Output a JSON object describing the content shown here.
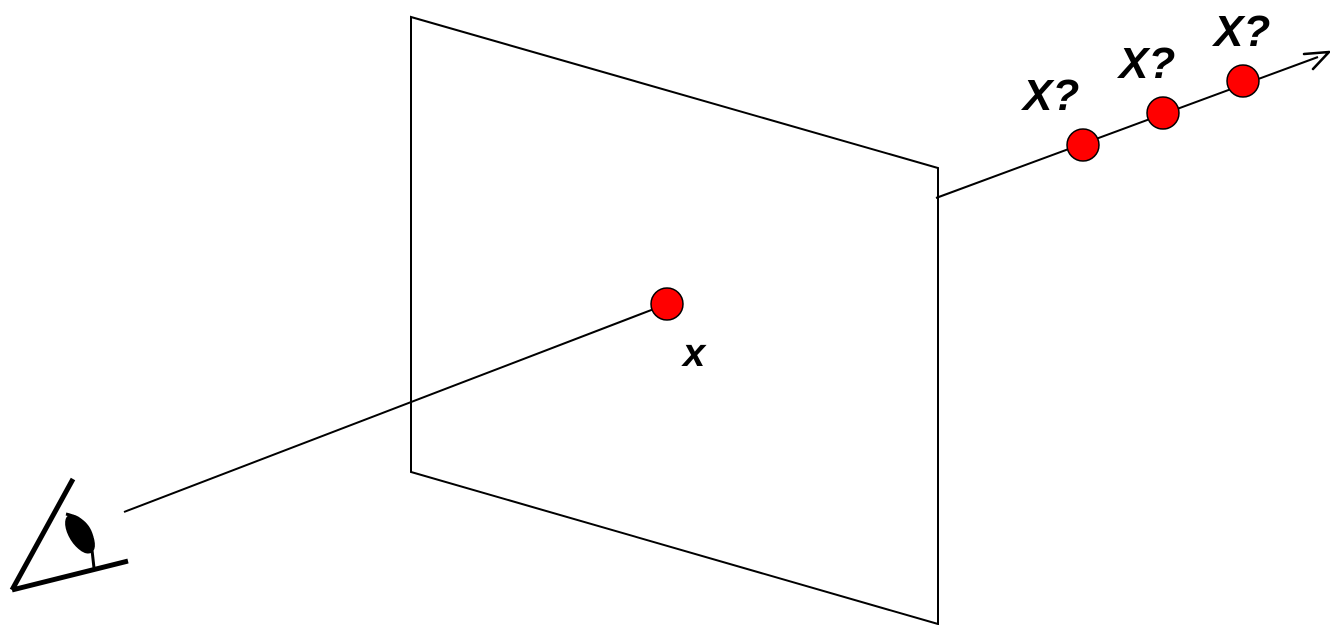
{
  "image_point": {
    "label": "x",
    "color": "#ff0000"
  },
  "candidate_points": [
    {
      "label": "X?",
      "color": "#ff0000"
    },
    {
      "label": "X?",
      "color": "#ff0000"
    },
    {
      "label": "X?",
      "color": "#ff0000"
    }
  ],
  "icons": {
    "viewer": "eye-icon"
  },
  "colors": {
    "stroke": "#000000",
    "background": "#ffffff"
  }
}
